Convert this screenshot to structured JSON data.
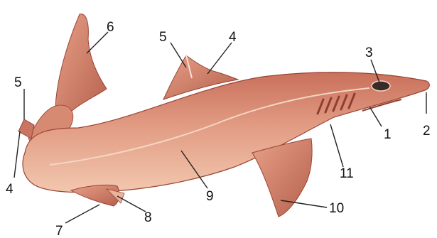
{
  "labels": {
    "l1": "1",
    "l2": "2",
    "l3": "3",
    "l4_fin": "4",
    "l4_tail": "4",
    "l5_fin": "5",
    "l5_tail": "5",
    "l6": "6",
    "l7": "7",
    "l8": "8",
    "l9": "9",
    "l10": "10",
    "l11": "11"
  },
  "colors": {
    "body": "#d88a73",
    "body_dark": "#b45a45",
    "belly": "#f0c2a8",
    "fin": "#c97561",
    "fin_dark": "#9b4434",
    "eye": "#3a2a28",
    "leader": "#222222"
  }
}
